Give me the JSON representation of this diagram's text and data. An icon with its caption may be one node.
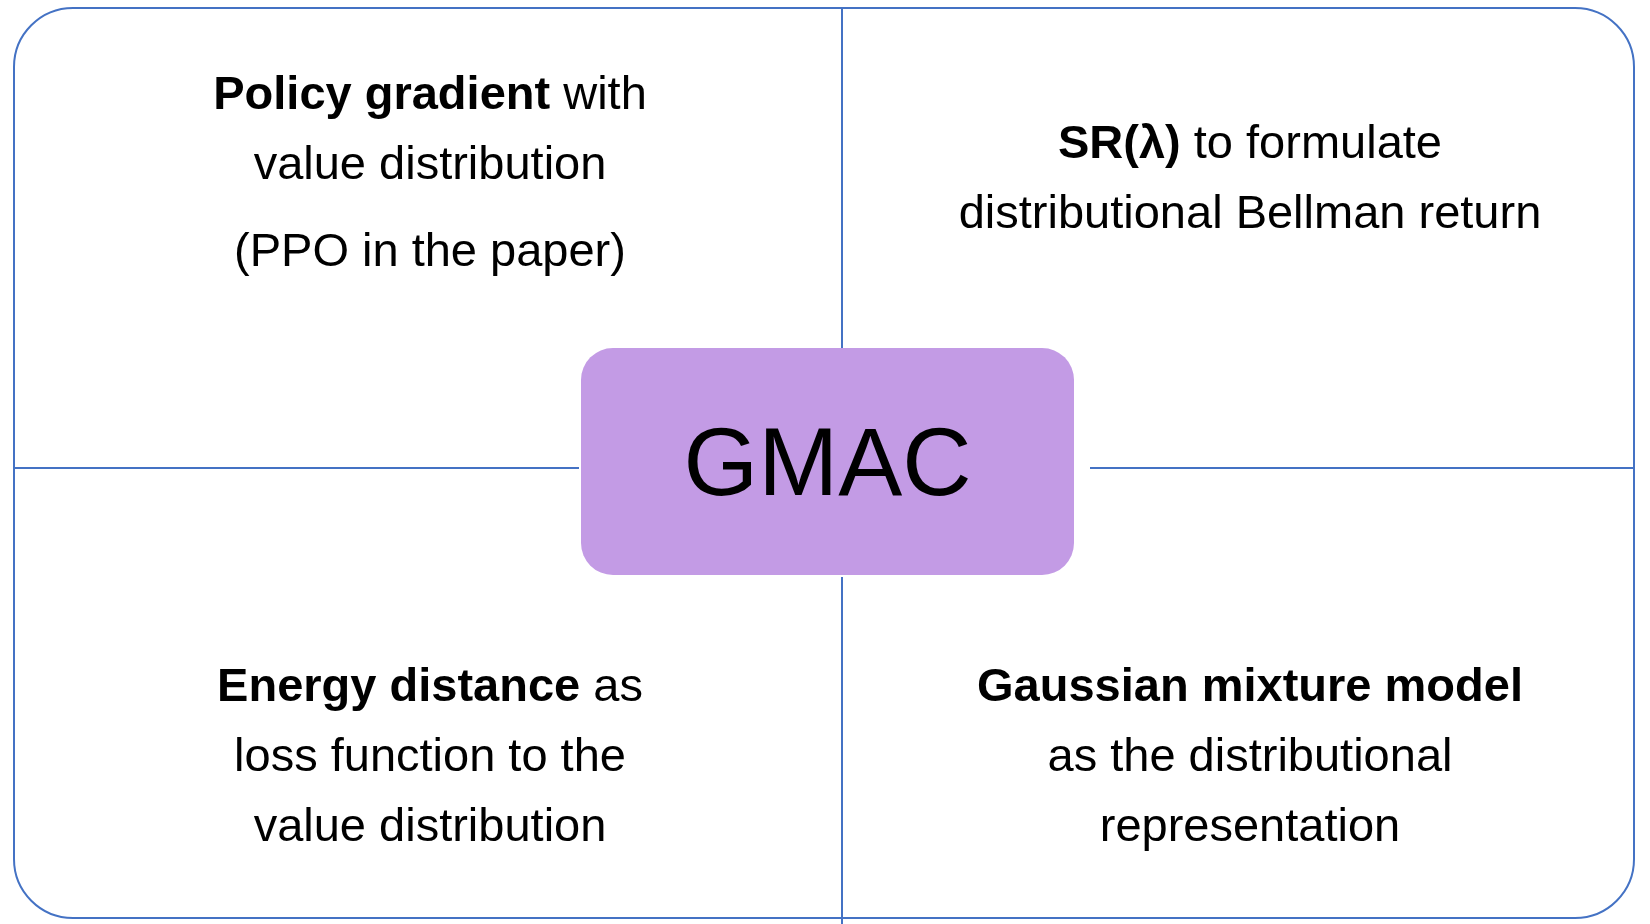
{
  "diagram": {
    "nodes": [
      {
        "text": [],
        "shape": "box"
      },
      {
        "text": [
          "GMAC"
        ],
        "in": 0
      }
    ],
    "edges": [],
    "labels": [
      "**Policy gradient** with value distribution",
      "(PPO in the paper)",
      "**SR(λ)** to formulate distributional Bellman return",
      "**Energy distance** as loss function to the value distribution",
      "**Gaussian mixture model** as the distributional representation"
    ]
  }
}
